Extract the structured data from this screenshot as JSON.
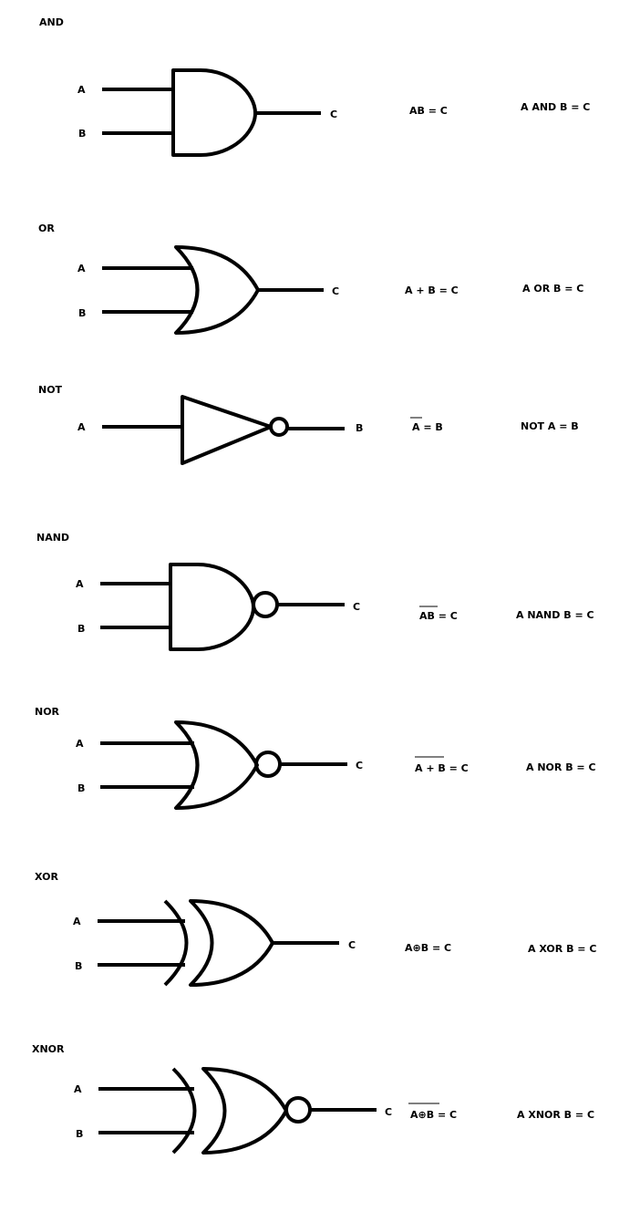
{
  "gates": [
    {
      "id": "and",
      "title": "AND",
      "input_a": "A",
      "input_b": "B",
      "output": "C",
      "expression": "AB = C",
      "overline": "",
      "words": "A AND B = C"
    },
    {
      "id": "or",
      "title": "OR",
      "input_a": "A",
      "input_b": "B",
      "output": "C",
      "expression": "A + B = C",
      "overline": "",
      "words": "A OR B = C"
    },
    {
      "id": "not",
      "title": "NOT",
      "input_a": "A",
      "input_b": "",
      "output": "B",
      "expression": "A = B",
      "overline": "A",
      "words": "NOT A = B"
    },
    {
      "id": "nand",
      "title": "NAND",
      "input_a": "A",
      "input_b": "B",
      "output": "C",
      "expression": "AB = C",
      "overline": "AB",
      "words": "A NAND B = C"
    },
    {
      "id": "nor",
      "title": "NOR",
      "input_a": "A",
      "input_b": "B",
      "output": "C",
      "expression": "A + B = C",
      "overline": "A + B",
      "words": "A NOR B = C"
    },
    {
      "id": "xor",
      "title": "XOR",
      "input_a": "A",
      "input_b": "B",
      "output": "C",
      "expression": "A⊕B = C",
      "overline": "",
      "words": "A XOR B = C"
    },
    {
      "id": "xnor",
      "title": "XNOR",
      "input_a": "A",
      "input_b": "B",
      "output": "C",
      "expression": "A⊕B = C",
      "overline": "A⊕B",
      "words": "A XNOR B = C"
    }
  ]
}
